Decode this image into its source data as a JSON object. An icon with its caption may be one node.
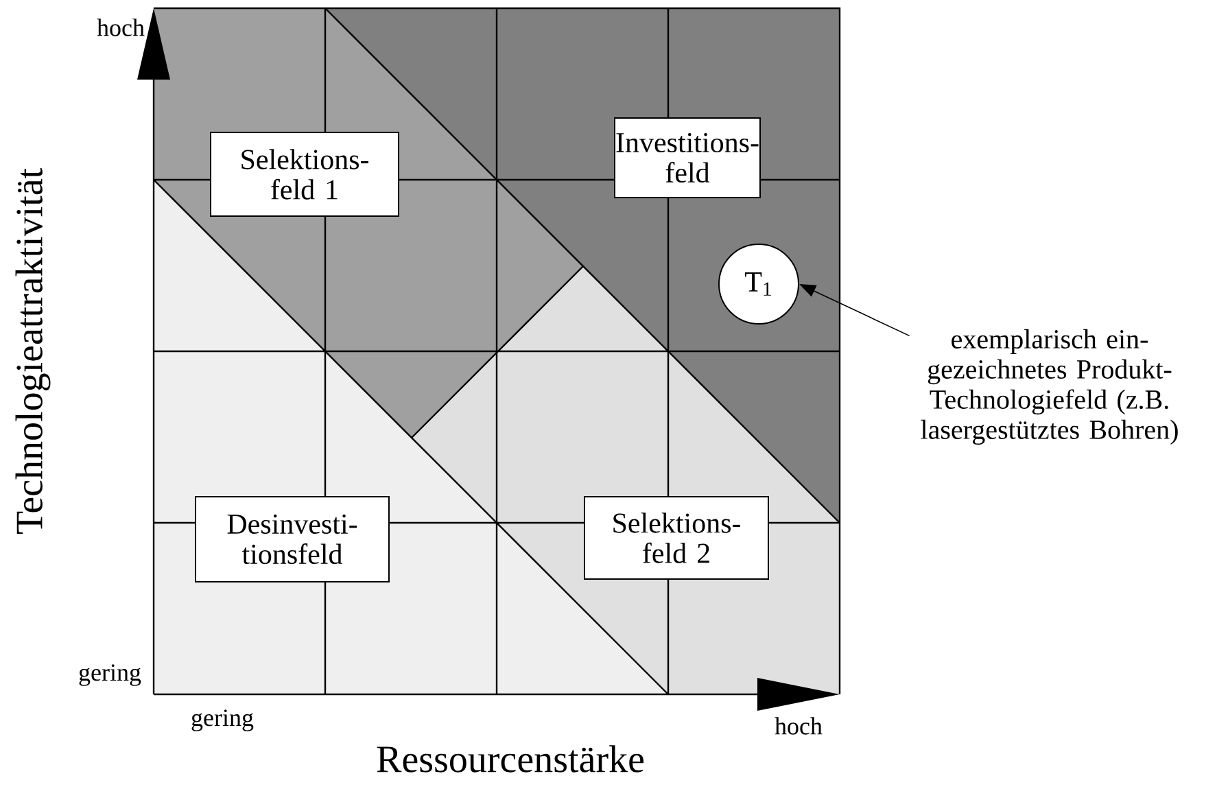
{
  "diagram": {
    "nodes": [
      {
        "text": [
          "Selektions- feld 1"
        ]
      },
      {
        "text": [
          "Investitions- feld"
        ]
      },
      {
        "text": [
          "T$_{1}$"
        ]
      },
      {
        "text": [
          "exemplarisch ein- gezeichnetes Produkt- Technologiefeld (z.B. lasergestütztes Bohren)"
        ]
      },
      {
        "text": [
          "Desinvesti- tionsfeld"
        ]
      },
      {
        "text": [
          "Selektions- feld 2"
        ]
      }
    ],
    "edges": [
      {
        "from": 3,
        "to": 2,
        "arrow": "to"
      }
    ],
    "labels": [
      "hoch",
      "Technologieattraktivität",
      "gering",
      "gering",
      "hoch",
      "Ressourcenstärke"
    ]
  }
}
